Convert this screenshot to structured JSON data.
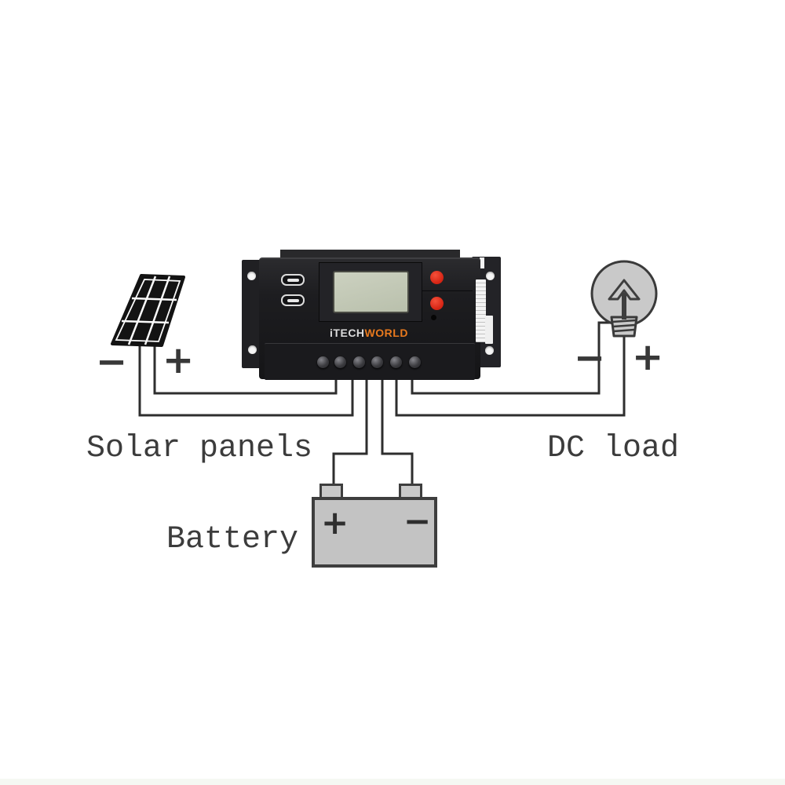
{
  "diagram": {
    "background_color": "#ffffff",
    "wire_color": "#2e2e2e",
    "components": {
      "solar_panel": {
        "label": "Solar panels",
        "minus": "−",
        "plus": "+",
        "cell_color": "#131313"
      },
      "controller": {
        "brand_part1": "iTECH",
        "brand_part2": "WORLD",
        "brand_part1_color": "#dcdcdc",
        "brand_part2_color": "#e8791d",
        "body_color": "#1d1d20",
        "lcd_color": "#c2c8b5",
        "button_color": "#e0301e",
        "usb_port_count": 2,
        "button_count": 2,
        "terminal_count": 6
      },
      "dc_load": {
        "label": "DC load",
        "minus": "−",
        "plus": "+",
        "bulb_color": "#c9c9c9"
      },
      "battery": {
        "label": "Battery",
        "plus": "+",
        "minus": "−",
        "body_color": "#c3c3c3"
      }
    }
  }
}
